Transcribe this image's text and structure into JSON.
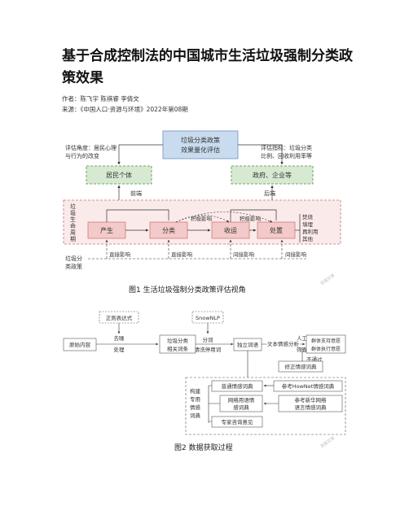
{
  "article": {
    "title": "基于合成控制法的中国城市生活垃圾强制分类政策效果",
    "authors_line": "作者：陈飞宇  陈祺睿  李倩文",
    "source_line": "来源：《中国人口·资源与环境》2022年第08期"
  },
  "figure1": {
    "caption": "图1   生活垃圾强制分类政策评估视角",
    "top_box_l1": "垃圾分类政策",
    "top_box_l2": "效果量化评估",
    "left_note_l1": "评估角度：居民心理",
    "left_note_l2": "与行为的改变",
    "right_note_l1": "评估指标：垃圾分类",
    "right_note_l2": "比例、回收利用率等",
    "resident": "居民个体",
    "gov": "政府、企业等",
    "front": "前端",
    "back": "后端",
    "lifecycle": "垃圾生命周期",
    "stages": [
      "产生",
      "分类",
      "收运",
      "处置"
    ],
    "indirect1": "积极影响",
    "indirect2": "积极影响",
    "disposal_types": [
      "焚烧",
      "填埋",
      "再利用",
      "其他"
    ],
    "policy_l1": "垃圾分",
    "policy_l2": "类政策",
    "impacts": [
      "直接影响",
      "直接影响",
      "间接影响",
      "间接影响"
    ]
  },
  "figure2": {
    "caption": "图2   数据获取过程",
    "regex": "正则表达式",
    "snownlp": "SnowNLP",
    "raw": "原始内容",
    "denoise_l1": "去噪",
    "denoise_l2": "处理",
    "related_l1": "垃圾分类",
    "related_l2": "相关词条",
    "seg_l1": "分词",
    "seg_l2": "清洗停用词",
    "indep": "独立词语",
    "sentiment": "文本情感分析",
    "manual_l1": "人工",
    "manual_l2": "筛查",
    "pass": "通过",
    "fail": "不通过",
    "result_l1": "群体支持意愿",
    "result_l2": "群体执行意愿",
    "fix": "修正情感词典",
    "build_label": [
      "构建",
      "专用",
      "情感",
      "词典"
    ],
    "dict_common": "普通情感词典",
    "dict_net_l1": "网络用语情",
    "dict_net_l2": "感词典",
    "dict_expert": "专家咨询意见",
    "ref_hownet": "参考HowNet情感词典",
    "ref_xinhua_l1": "参考新华网络",
    "ref_xinhua_l2": "语言情感词典"
  },
  "watermark": "百度文库"
}
